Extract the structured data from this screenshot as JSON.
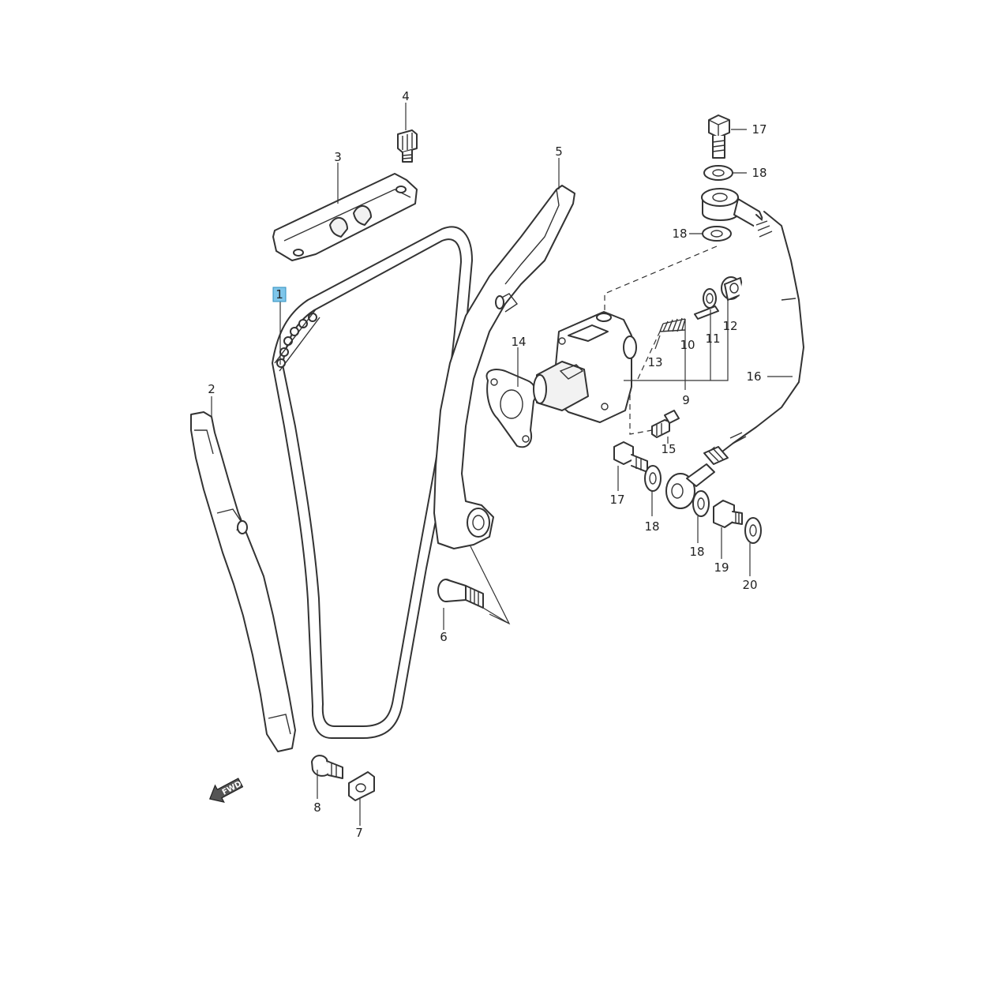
{
  "diagram": {
    "highlight_color": "#7fc6ea",
    "line_color": "#333333",
    "background": "#ffffff",
    "callouts": {
      "c1": "1",
      "c2": "2",
      "c3": "3",
      "c4": "4",
      "c5": "5",
      "c6": "6",
      "c7": "7",
      "c8": "8",
      "c9": "9",
      "c10": "10",
      "c11": "11",
      "c12": "12",
      "c13": "13",
      "c14": "14",
      "c15": "15",
      "c16": "16",
      "c17a": "17",
      "c17b": "17",
      "c18a": "18",
      "c18b": "18",
      "c18c": "18",
      "c18d": "18",
      "c19": "19",
      "c20": "20"
    },
    "highlighted_callout": "1",
    "fwd_arrow_label": "FWD"
  }
}
